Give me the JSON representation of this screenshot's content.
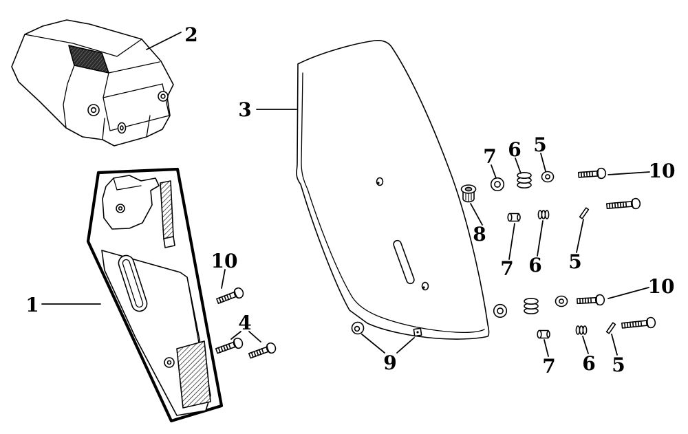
{
  "diagram": {
    "background": "#ffffff",
    "line_color": "#000000",
    "callouts": [
      {
        "text": "2"
      },
      {
        "text": "3"
      },
      {
        "text": "1"
      },
      {
        "text": "10"
      },
      {
        "text": "4"
      },
      {
        "text": "7"
      },
      {
        "text": "6"
      },
      {
        "text": "5"
      },
      {
        "text": "10"
      },
      {
        "text": "8"
      },
      {
        "text": "7"
      },
      {
        "text": "6"
      },
      {
        "text": "5"
      },
      {
        "text": "10"
      },
      {
        "text": "9"
      },
      {
        "text": "7"
      },
      {
        "text": "6"
      },
      {
        "text": "5"
      }
    ]
  }
}
